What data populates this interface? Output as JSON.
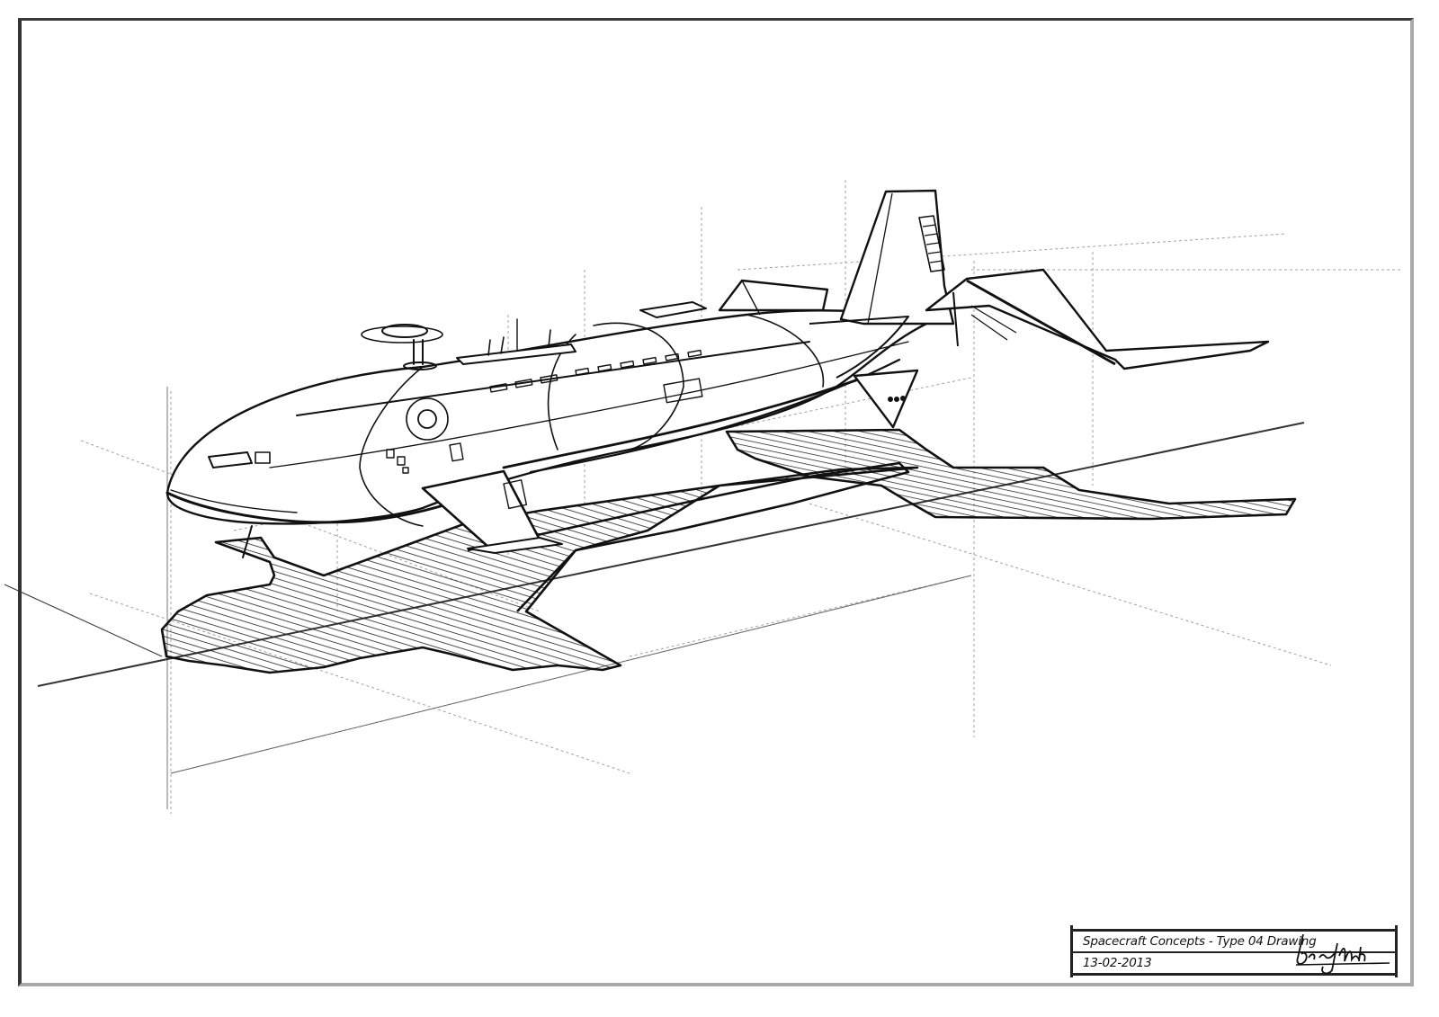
{
  "sheet": {
    "background": "#ffffff",
    "frame_color_dark": "#333333",
    "frame_color_light": "#a8a8a8"
  },
  "drawing": {
    "subject": "Spacecraft concept sketch with cast shadow and perspective construction lines",
    "style": "pencil-sketch",
    "ink_color": "#1a1a1a",
    "guide_color": "#9a9a9a"
  },
  "title_block": {
    "title": "Spacecraft Concepts - Type 04 Drawing",
    "date": "13-02-2013",
    "signature_label": "signature"
  },
  "icons": {
    "signature": "handwritten-signature"
  }
}
